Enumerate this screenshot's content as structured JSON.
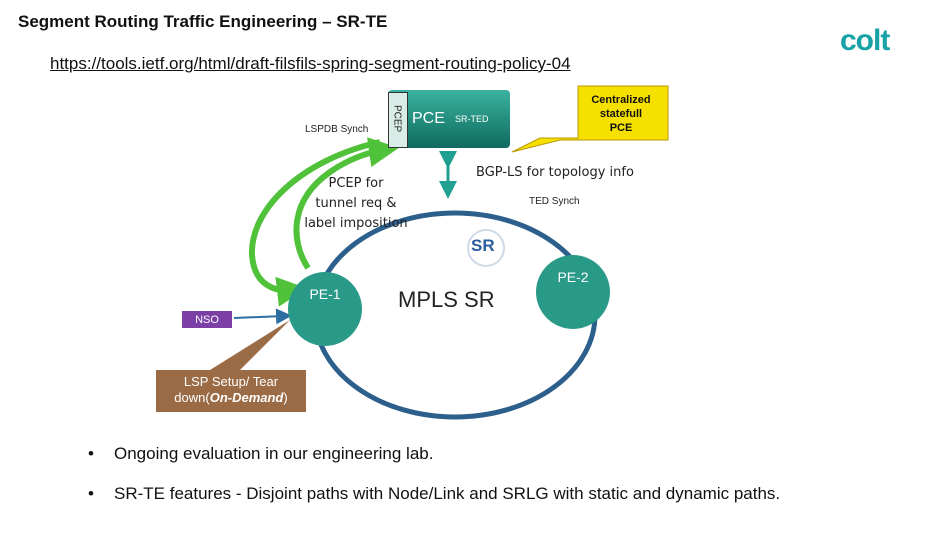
{
  "header": {
    "title": "Segment Routing Traffic Engineering – SR-TE",
    "url": "https://tools.ietf.org/html/draft-filsfils-spring-segment-routing-policy-04",
    "logo": "colt"
  },
  "diagram": {
    "pce_label": "PCE",
    "pcep_label": "PCEP",
    "srted_label": "SR-TED",
    "lspdb_label": "LSPDB Synch",
    "callout": [
      "Centralized",
      "statefull",
      "PCE"
    ],
    "pcep_request": [
      "PCEP for",
      "tunnel req &",
      "label imposition"
    ],
    "bgp_label": "BGP-LS for topology info",
    "ted_synch_label": "TED Synch",
    "sr_logo": "SR",
    "mpls_label": "MPLS SR",
    "pe1_label": "PE-1",
    "pe2_label": "PE-2",
    "nso_label": "NSO",
    "lsp_setup": {
      "line1": "LSP Setup/ Tear",
      "line2_prefix": "down(",
      "line2_em": "On-Demand",
      "line2_suffix": ")"
    },
    "colors": {
      "pce": "#1f8a7a",
      "pe": "#2a9a88",
      "ring": "#2d5f8c",
      "green_arrow": "#4fc23a",
      "nso": "#7b3fa6",
      "callout": "#f5e000",
      "lsp_callout": "#9b6b46"
    }
  },
  "bullets": [
    "Ongoing evaluation in our engineering lab.",
    "SR-TE features - Disjoint paths with Node/Link and SRLG with static and dynamic paths."
  ]
}
